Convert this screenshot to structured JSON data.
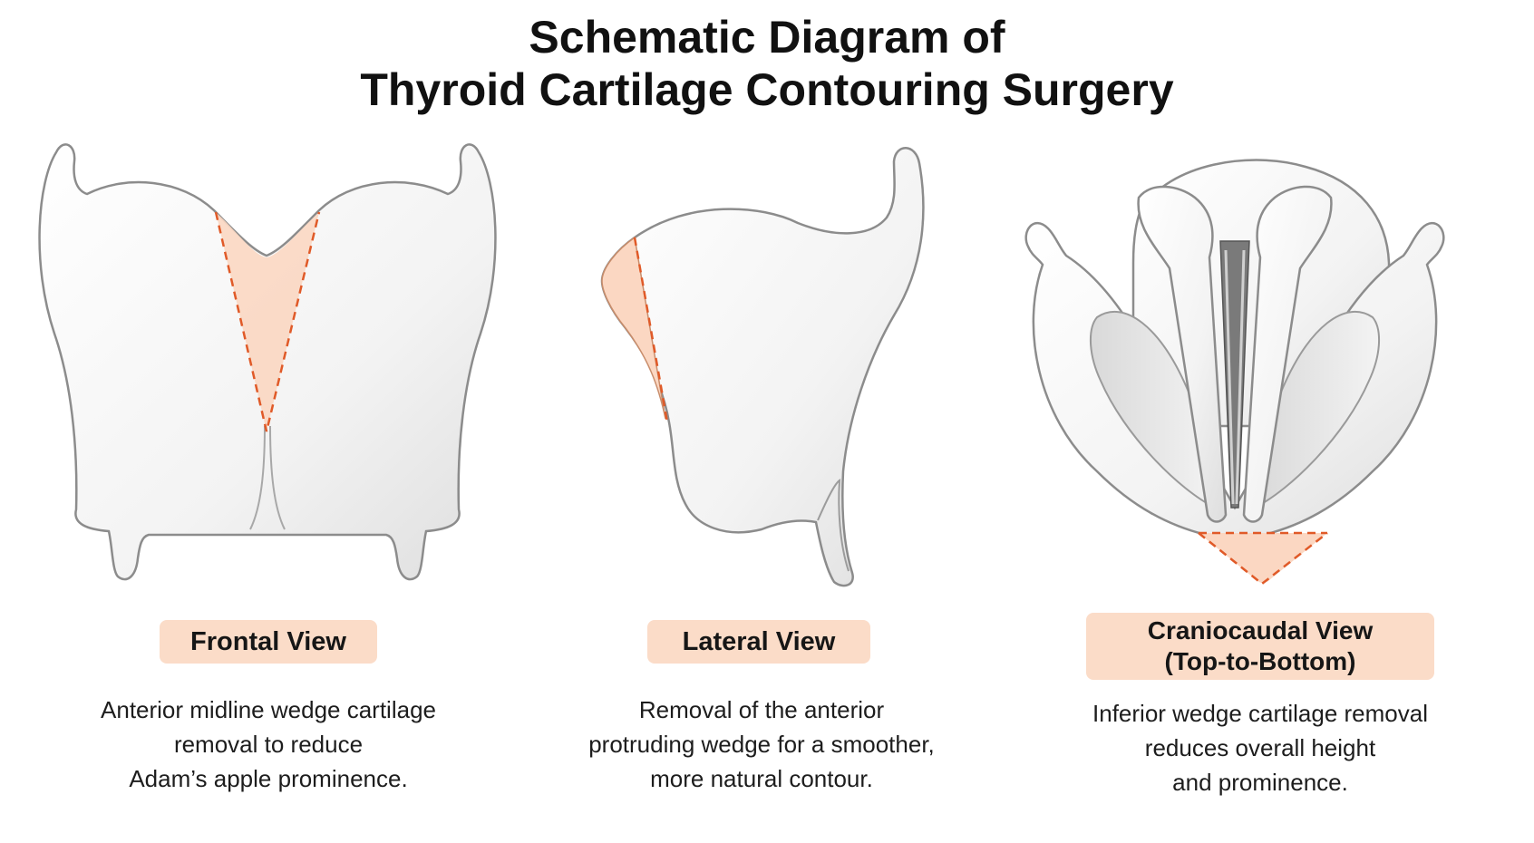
{
  "title": {
    "line1": "Schematic Diagram of",
    "line2": "Thyroid Cartilage Contouring Surgery"
  },
  "colors": {
    "cartilage_fill": "#f6f6f6",
    "cartilage_stroke": "#8c8c8c",
    "wedge_fill": "#fbd7c2",
    "cut_line": "#e05a28",
    "label_bg": "#fbdcc8"
  },
  "panels": [
    {
      "label": "Frontal View",
      "description": [
        "Anterior midline wedge cartilage",
        "removal to reduce",
        "Adam’s apple prominence."
      ]
    },
    {
      "label": "Lateral View",
      "description": [
        "Removal of the anterior",
        "protruding wedge for a smoother,",
        "more natural contour."
      ]
    },
    {
      "label_lines": [
        "Craniocaudal View",
        "(Top-to-Bottom)"
      ],
      "description": [
        "Inferior wedge cartilage removal",
        "reduces overall height",
        "and prominence."
      ]
    }
  ]
}
